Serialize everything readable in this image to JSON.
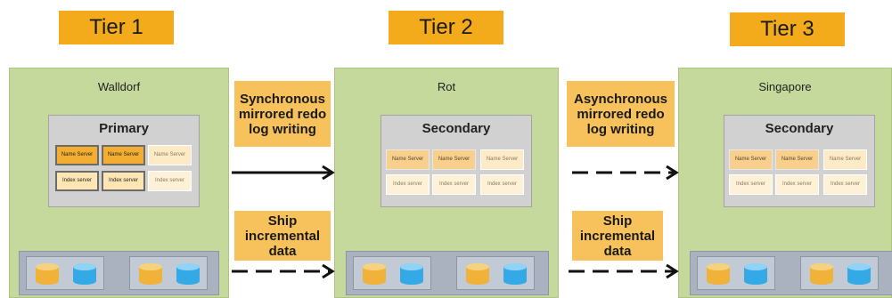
{
  "tiers": [
    "Tier 1",
    "Tier 2",
    "Tier 3"
  ],
  "sites": [
    {
      "name": "Walldorf",
      "system": "Primary",
      "servers": [
        [
          "Name Server",
          "Name Server",
          "Name Server"
        ],
        [
          "Index server",
          "Index server",
          "Index server"
        ]
      ]
    },
    {
      "name": "Rot",
      "system": "Secondary",
      "servers": [
        [
          "Name Server",
          "Name Server",
          "Name Server"
        ],
        [
          "Index server",
          "Index server",
          "Index server"
        ]
      ]
    },
    {
      "name": "Singapore",
      "system": "Secondary",
      "servers": [
        [
          "Name Server",
          "Name Server",
          "Name Server"
        ],
        [
          "Index server",
          "Index server",
          "Index server"
        ]
      ]
    }
  ],
  "replication": [
    {
      "redo_label": "Synchronous mirrored redo log writing",
      "redo_style": "solid",
      "ship_label": "Ship incremental data",
      "ship_style": "dashed"
    },
    {
      "redo_label": "Asynchronous mirrored redo log writing",
      "redo_style": "dashed",
      "ship_label": "Ship incremental data",
      "ship_style": "dashed"
    }
  ],
  "colors": {
    "tier_label": "#f3ab1c",
    "site_background": "#c4d99b",
    "note_background": "#f7c15c",
    "data_volume": "#f1b23a",
    "log_volume": "#33a9e6"
  }
}
